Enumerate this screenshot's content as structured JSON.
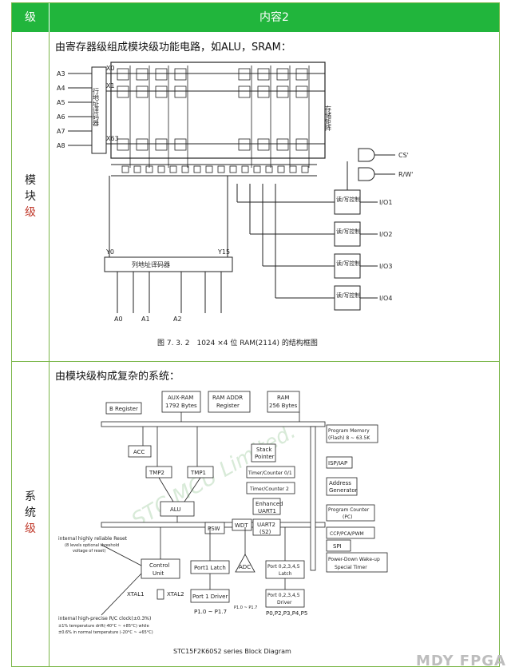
{
  "table": {
    "header_level": "级",
    "header_content": "内容2",
    "row1": {
      "level_chars": [
        "模",
        "块",
        "级"
      ],
      "caption": "由寄存器级组成模块级功能电路，如ALU，SRAM：",
      "figure_caption": "图 7. 3. 2　1024 ×4 位 RAM(2114) 的结构框图",
      "labels": {
        "row_decoder": "行地址译码器",
        "col_decoder": "列地址译码器",
        "storage_matrix": "存储矩阵",
        "rw_control": "读/写控制",
        "cs": "CS'",
        "rw": "R/W'",
        "io": [
          "I/O1",
          "I/O2",
          "I/O3",
          "I/O4"
        ],
        "row_addr": [
          "A3",
          "A4",
          "A5",
          "A6",
          "A7",
          "A8"
        ],
        "col_addr": [
          "A0",
          "A1",
          "A2"
        ],
        "x_outputs": [
          "X0",
          "X1",
          "X63"
        ],
        "y_outputs": [
          "Y0",
          "Y15"
        ]
      }
    },
    "row2": {
      "level_chars": [
        "系",
        "统",
        "级"
      ],
      "caption": "由模块级构成复杂的系统：",
      "diagram_title": "STC15F2K60S2 series Block Diagram",
      "blocks": {
        "b_register": "B Register",
        "aux_ram": [
          "AUX-RAM",
          "1792 Bytes"
        ],
        "ram_addr": [
          "RAM ADDR",
          "Register"
        ],
        "ram": [
          "RAM",
          "256 Bytes"
        ],
        "acc": "ACC",
        "tmp2": "TMP2",
        "tmp1": "TMP1",
        "alu": "ALU",
        "psw": "PSW",
        "wdt": "WDT",
        "stack_pointer": [
          "Stack",
          "Pointer"
        ],
        "timer01": "Timer/Counter 0/1",
        "timer2": "Timer/Counter 2",
        "uart1": [
          "Enhanced",
          "UART1"
        ],
        "uart2": [
          "UART2",
          "(S2)"
        ],
        "program_memory": [
          "Program Memory",
          "(Flash) 8 ~ 63.5K"
        ],
        "isp_iap": "ISP/IAP",
        "address_generator": [
          "Address",
          "Generator"
        ],
        "program_counter": [
          "Program Counter",
          "(PC)"
        ],
        "ccp": "CCP/PCA/PWM",
        "spi": "SPI",
        "power_down": [
          "Power-Down Wake-up",
          "Special Timer"
        ],
        "control_unit": [
          "Control",
          "Unit"
        ],
        "port1_latch": "Port1 Latch",
        "port1_driver": "Port 1 Driver",
        "port_latch": [
          "Port 0,2,3,4,5",
          "Latch"
        ],
        "port_driver": [
          "Port 0,2,3,4,5",
          "Driver"
        ],
        "adc": "ADC",
        "xtal1": "XTAL1",
        "xtal2": "XTAL2",
        "p1": "P1.0 ~ P1.7",
        "p14": "P1.0 ~ P1.7",
        "p_other": "P0,P2,P3,P4,P5",
        "reset_note": [
          "internal highly reliable Reset",
          "(8 levels optional threshold",
          "voltage of reset)"
        ],
        "clock_note": [
          "internal high-precise R/C clock(±0.3%)",
          "±1% temperature drift(-40°C ~ +85°C) while",
          "±0.6% in normal temperature (-20°C ~ +65°C)"
        ],
        "watermark": "STC MCU Limited."
      }
    }
  },
  "watermark": "MDY FPGA"
}
